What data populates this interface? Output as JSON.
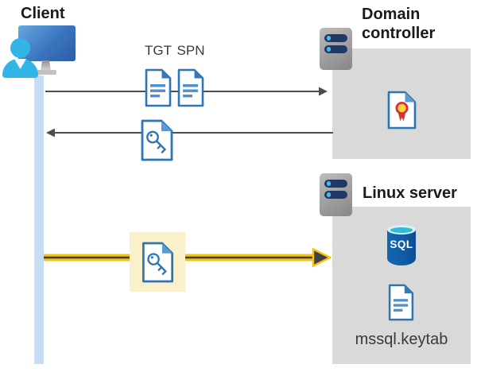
{
  "diagram_type": "kerberos-authentication-flow",
  "client": {
    "label": "Client"
  },
  "domain_controller": {
    "label": "Domain controller",
    "icons": [
      "server-icon",
      "certificate-document-icon"
    ]
  },
  "linux_server": {
    "label": "Linux server",
    "sql_label": "SQL",
    "keytab_label": "mssql.keytab",
    "icons": [
      "server-icon",
      "sql-database-icon",
      "text-document-icon"
    ]
  },
  "messages": {
    "request": {
      "labels": [
        "TGT",
        "SPN"
      ],
      "direction": "right",
      "icons": [
        "text-document-icon",
        "text-document-icon"
      ]
    },
    "response": {
      "direction": "left",
      "icons": [
        "key-document-icon"
      ]
    },
    "session": {
      "direction": "right",
      "highlighted": true,
      "icons": [
        "key-document-icon"
      ]
    }
  },
  "colors": {
    "doc_border_blue": "#2E75B6",
    "doc_line_blue": "#4E8FD0",
    "fold_blue": "#5B9BD5",
    "box_gray": "#D9D9D9",
    "arrow_gray": "#4D4D4D",
    "arrow_yellow": "#F2C30F",
    "highlight_yellow": "#FAF1CB",
    "lifeline_blue": "#C7DDF6",
    "person_cyan": "#31B4E6",
    "sql_blue": "#1367B2",
    "sql_cyan": "#2FBCD6",
    "cert_red": "#D13438",
    "cert_yellow": "#FFD23E"
  }
}
